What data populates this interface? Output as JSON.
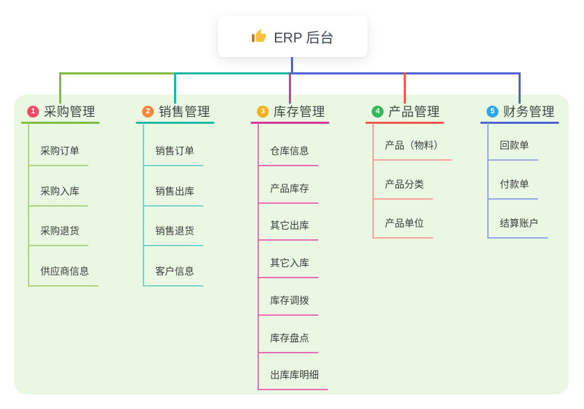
{
  "root": {
    "label": "ERP 后台",
    "icon": "thumbs-up-icon",
    "icon_color": "#f5c33b"
  },
  "colors": {
    "canvas_bg": "#ffffff",
    "panel_bg": "#e9f7e3",
    "root_text": "#3c4756",
    "title_text": "#3f4a44",
    "child_text": "#3c3c3c",
    "root_stem": "#4c61d2"
  },
  "branches": [
    {
      "number": "1",
      "title": "采购管理",
      "badge_color": "#f54866",
      "line_color": "#7fba41",
      "child_line_color": "#a9d67f",
      "children": [
        "采购订单",
        "采购入库",
        "采购退货",
        "供应商信息"
      ]
    },
    {
      "number": "2",
      "title": "销售管理",
      "badge_color": "#f6883e",
      "line_color": "#14b8a6",
      "child_line_color": "#7bd2c6",
      "children": [
        "销售订单",
        "销售出库",
        "销售退货",
        "客户信息"
      ]
    },
    {
      "number": "3",
      "title": "库存管理",
      "badge_color": "#fbaf1c",
      "line_color": "#d6359b",
      "child_line_color": "#ea6cb7",
      "children": [
        "仓库信息",
        "产品库存",
        "其它出库",
        "其它入库",
        "库存调拨",
        "库存盘点",
        "出库库明细"
      ]
    },
    {
      "number": "4",
      "title": "产品管理",
      "badge_color": "#33b957",
      "line_color": "#f4564d",
      "child_line_color": "#f9a29b",
      "children": [
        "产品（物料）",
        "产品分类",
        "产品单位"
      ]
    },
    {
      "number": "5",
      "title": "财务管理",
      "badge_color": "#2ba7e9",
      "line_color": "#4c61d2",
      "child_line_color": "#95a7e4",
      "children": [
        "回款单",
        "付款单",
        "结算账户"
      ]
    }
  ]
}
